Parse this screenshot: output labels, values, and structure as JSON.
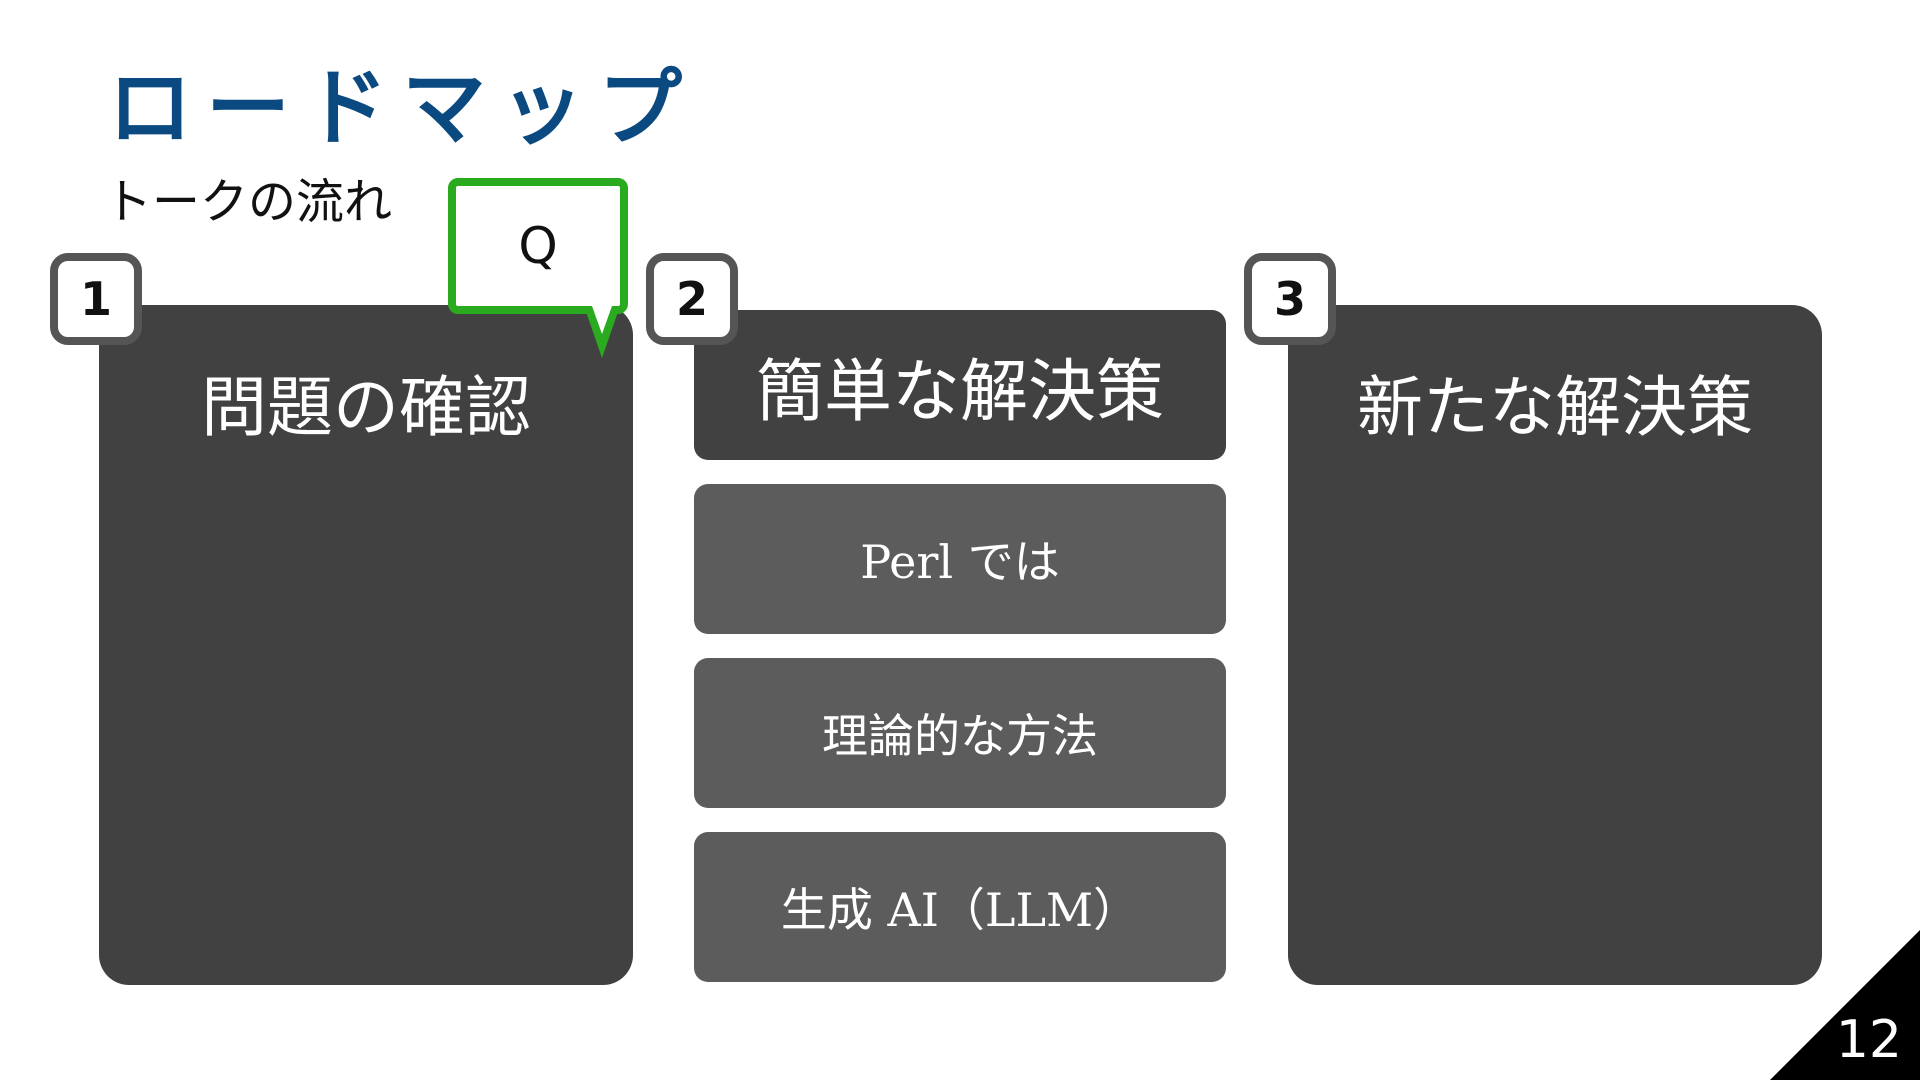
{
  "slide": {
    "title": "ロードマップ",
    "subtitle": "トークの流れ",
    "page_number": "12"
  },
  "callout": {
    "label": "Q"
  },
  "sections": [
    {
      "number": "1",
      "title": "問題の確認"
    },
    {
      "number": "2",
      "title": "簡単な解決策",
      "items": [
        "Perl では",
        "理論的な方法",
        "生成 AI（LLM）"
      ]
    },
    {
      "number": "3",
      "title": "新たな解決策"
    }
  ],
  "colors": {
    "title": "#0b4a80",
    "card_dark": "#414141",
    "card_light": "#5c5c5c",
    "callout_border": "#2aaa1e",
    "badge_border": "#555555"
  }
}
